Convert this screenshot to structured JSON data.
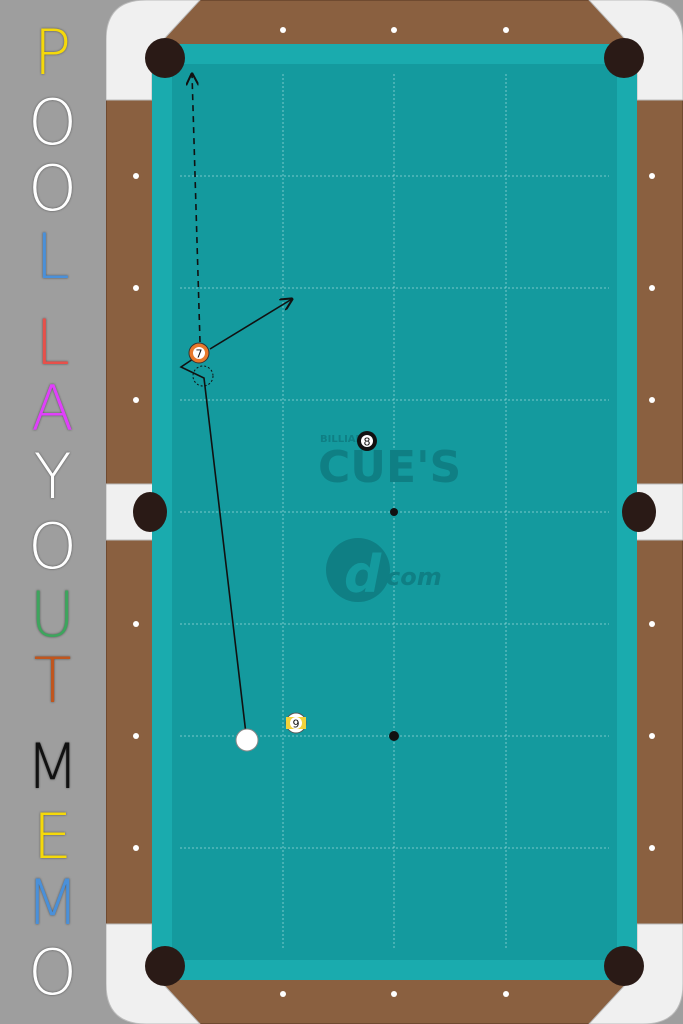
{
  "sidebar": {
    "letters": [
      {
        "char": "P",
        "color": "#f5d90a"
      },
      {
        "char": "O",
        "color": "#ffffff"
      },
      {
        "char": "O",
        "color": "#ffffff"
      },
      {
        "char": "L",
        "color": "#4a90d9"
      },
      {
        "char": "L",
        "color": "#e8504a"
      },
      {
        "char": "A",
        "color": "#e040fb"
      },
      {
        "char": "Y",
        "color": "#ffffff"
      },
      {
        "char": "O",
        "color": "#ffffff"
      },
      {
        "char": "U",
        "color": "#3da55d"
      },
      {
        "char": "T",
        "color": "#c0561e"
      },
      {
        "char": "M",
        "color": "#111111"
      },
      {
        "char": "E",
        "color": "#f5d90a"
      },
      {
        "char": "M",
        "color": "#4a90d9"
      },
      {
        "char": "O",
        "color": "#ffffff"
      }
    ]
  },
  "table": {
    "colors": {
      "felt": "#149a9e",
      "cushion": "#1aabae",
      "rail": "#8a6040",
      "corner": "#f0f0f0",
      "pocket": "#2a1a16",
      "logo": "#0f7f84"
    },
    "logo": {
      "small_text": "BILLIARD",
      "main_text": "CUE'S",
      "sub_text": "com"
    },
    "balls": [
      {
        "id": "cue",
        "label": "",
        "color": "#ffffff"
      },
      {
        "id": "ball-7",
        "label": "7",
        "color": "#e8782a"
      },
      {
        "id": "ball-8",
        "label": "8",
        "color": "#111111"
      },
      {
        "id": "ball-9",
        "label": "9",
        "color": "#f2d23a"
      }
    ]
  }
}
